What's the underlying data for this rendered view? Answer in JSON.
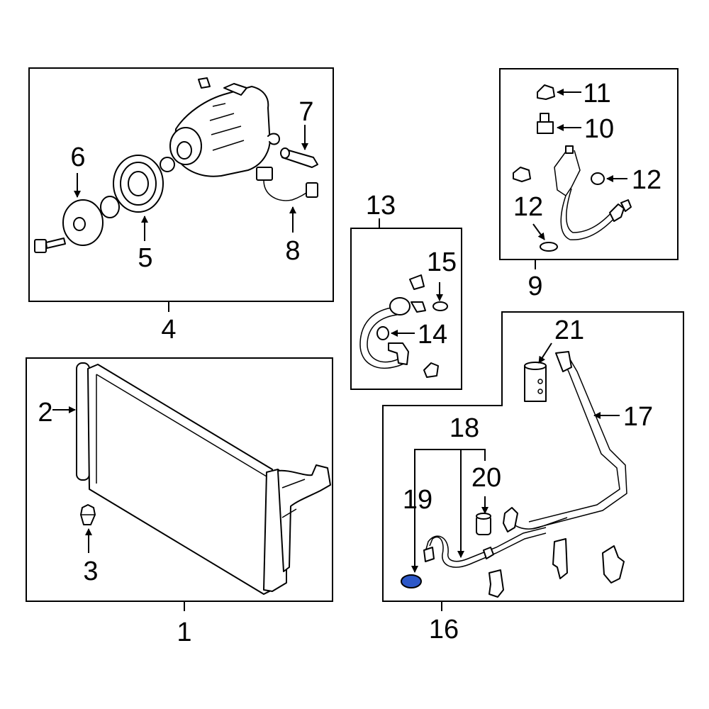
{
  "diagram": {
    "callouts": {
      "c1": "1",
      "c2": "2",
      "c3": "3",
      "c4": "4",
      "c5": "5",
      "c6": "6",
      "c7": "7",
      "c8": "8",
      "c9": "9",
      "c10": "10",
      "c11": "11",
      "c12a": "12",
      "c12b": "12",
      "c13": "13",
      "c14": "14",
      "c15": "15",
      "c16": "16",
      "c17": "17",
      "c18": "18",
      "c19": "19",
      "c20": "20",
      "c21": "21"
    },
    "highlighted_part": "19",
    "colors": {
      "highlight": "#2d58c8",
      "line": "#000000",
      "background": "#ffffff"
    }
  }
}
